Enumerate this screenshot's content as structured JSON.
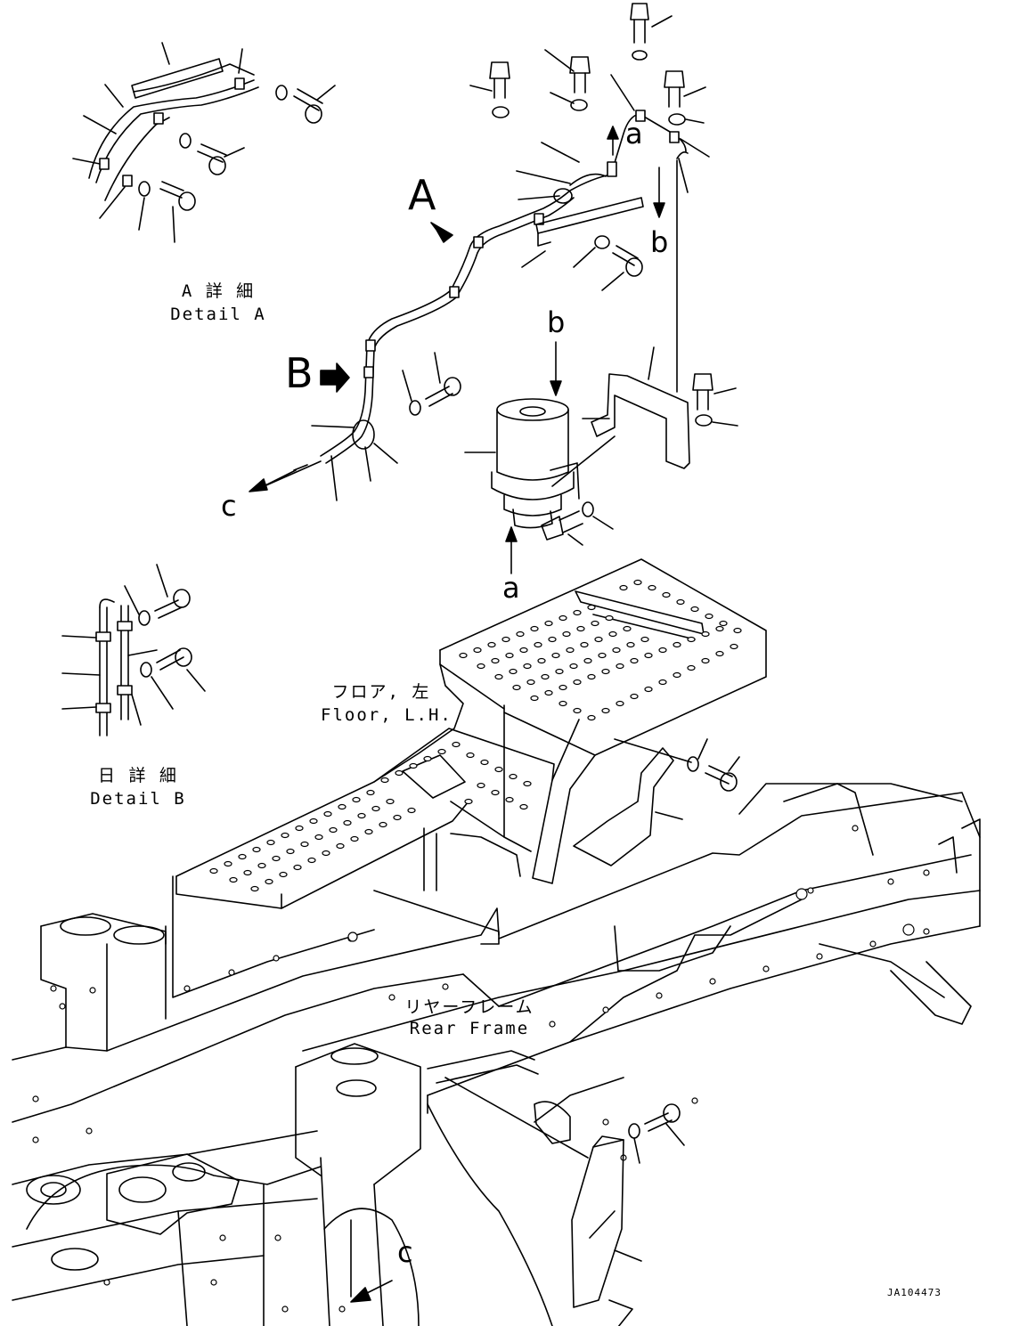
{
  "callouts": {
    "view_A": "A",
    "view_B": "B",
    "ref_a_top": "a",
    "ref_b_right": "b",
    "ref_b_tank": "b",
    "ref_a_tank": "a",
    "ref_c_hose": "c",
    "ref_c_frame": "c"
  },
  "captions": {
    "detail_a_jp": "A 詳 細",
    "detail_a_en": "Detail A",
    "detail_b_jp": "日 詳 細",
    "detail_b_en": "Detail B",
    "floor_jp": "フロア, 左",
    "floor_en": "Floor, L.H.",
    "frame_jp": "リヤーフレーム",
    "frame_en": "Rear Frame"
  },
  "drawing_code": "JA104473"
}
